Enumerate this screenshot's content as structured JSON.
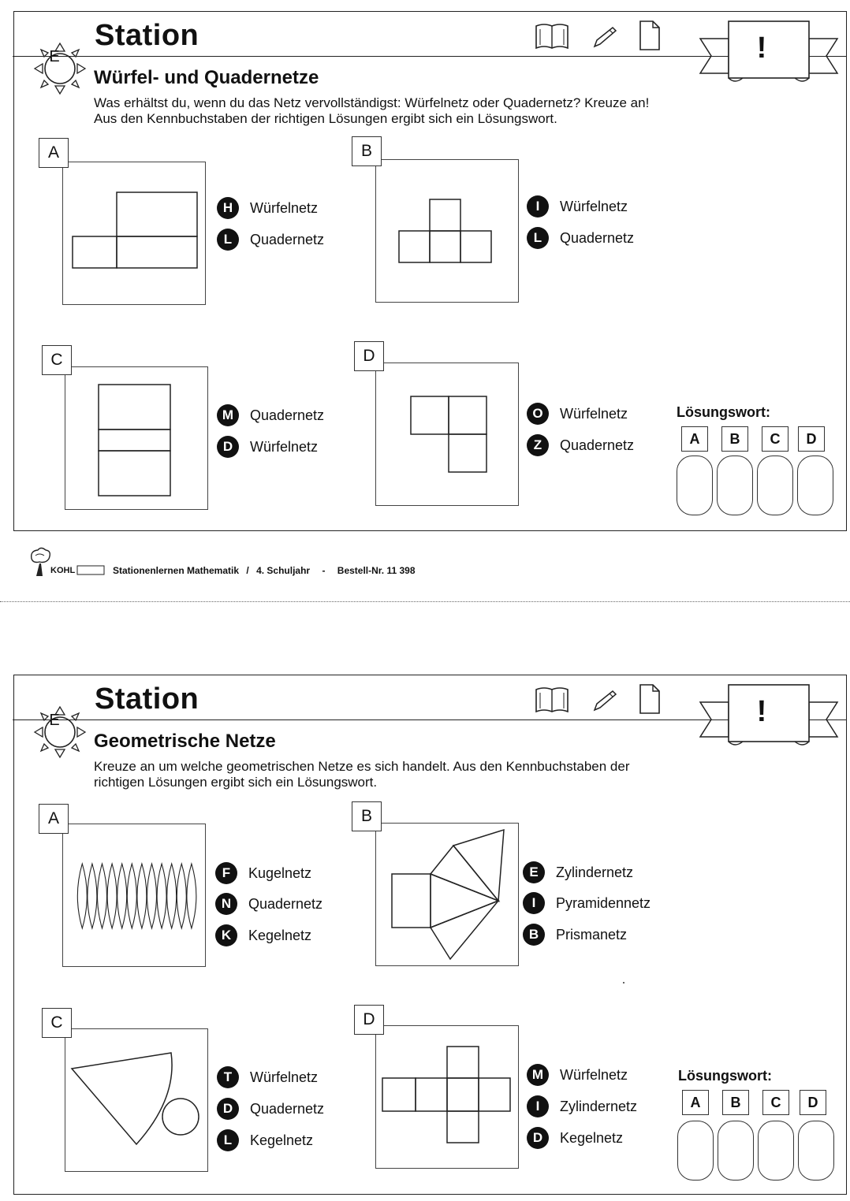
{
  "cards": [
    {
      "station_title": "Station",
      "station_letter": "E",
      "banner_mark": "!",
      "header_icons": [
        "book-icon",
        "pencil-icon",
        "page-icon"
      ],
      "subtitle": "Würfel- und Quadernetze",
      "instructions": [
        "Was erhältst du, wenn du das Netz vervollständigst: Würfelnetz oder Quadernetz? Kreuze an!",
        "Aus den Kennbuchstaben der richtigen Lösungen ergibt sich ein Lösungswort."
      ],
      "sections": [
        {
          "label": "A",
          "options": [
            {
              "letter": "H",
              "text": "Würfelnetz"
            },
            {
              "letter": "L",
              "text": "Quadernetz"
            }
          ]
        },
        {
          "label": "B",
          "options": [
            {
              "letter": "I",
              "text": "Würfelnetz"
            },
            {
              "letter": "L",
              "text": "Quadernetz"
            }
          ]
        },
        {
          "label": "C",
          "options": [
            {
              "letter": "M",
              "text": "Quadernetz"
            },
            {
              "letter": "D",
              "text": "Würfelnetz"
            }
          ]
        },
        {
          "label": "D",
          "options": [
            {
              "letter": "O",
              "text": "Würfelnetz"
            },
            {
              "letter": "Z",
              "text": "Quadernetz"
            }
          ]
        }
      ],
      "solution": {
        "label": "Lösungswort:",
        "letters": [
          "A",
          "B",
          "C",
          "D"
        ]
      }
    },
    {
      "station_title": "Station",
      "station_letter": "E",
      "banner_mark": "!",
      "header_icons": [
        "book-icon",
        "pencil-icon",
        "page-icon"
      ],
      "subtitle": "Geometrische Netze",
      "instructions": [
        "Kreuze an um welche geometrischen Netze es sich handelt. Aus den Kennbuchstaben der",
        "richtigen Lösungen ergibt sich ein Lösungswort."
      ],
      "sections": [
        {
          "label": "A",
          "options": [
            {
              "letter": "F",
              "text": "Kugelnetz"
            },
            {
              "letter": "N",
              "text": "Quadernetz"
            },
            {
              "letter": "K",
              "text": "Kegelnetz"
            }
          ]
        },
        {
          "label": "B",
          "options": [
            {
              "letter": "E",
              "text": "Zylindernetz"
            },
            {
              "letter": "I",
              "text": "Pyramidennetz"
            },
            {
              "letter": "B",
              "text": "Prismanetz"
            }
          ]
        },
        {
          "label": "C",
          "options": [
            {
              "letter": "T",
              "text": "Würfelnetz"
            },
            {
              "letter": "D",
              "text": "Quadernetz"
            },
            {
              "letter": "L",
              "text": "Kegelnetz"
            }
          ]
        },
        {
          "label": "D",
          "options": [
            {
              "letter": "M",
              "text": "Würfelnetz"
            },
            {
              "letter": "I",
              "text": "Zylindernetz"
            },
            {
              "letter": "D",
              "text": "Kegelnetz"
            }
          ]
        }
      ],
      "solution": {
        "label": "Lösungswort:",
        "letters": [
          "A",
          "B",
          "C",
          "D"
        ]
      }
    }
  ],
  "footer": {
    "publisher": "KOHL",
    "publisher_logo": "tree-logo",
    "series": "Stationenlernen Mathematik",
    "sep1": "/",
    "grade": "4. Schuljahr",
    "sep2": "-",
    "order_no": "Bestell-Nr. 11 398"
  }
}
